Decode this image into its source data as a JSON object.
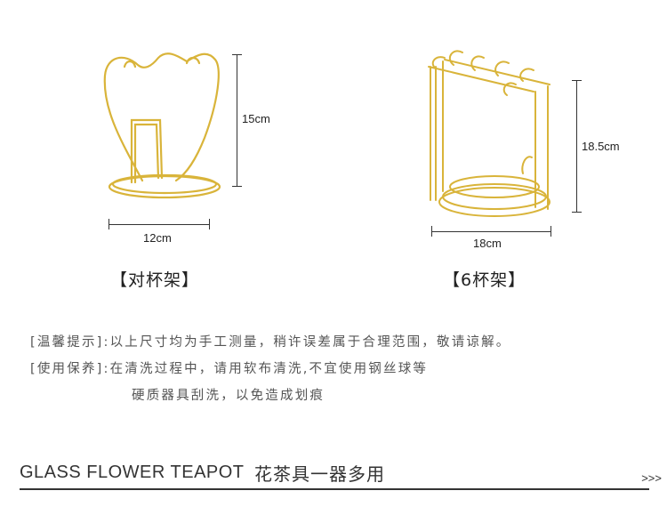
{
  "products": [
    {
      "dimension_h": "15cm",
      "dimension_w": "12cm",
      "caption": "【对杯架】"
    },
    {
      "dimension_h": "18.5cm",
      "dimension_w": "18cm",
      "caption": "【6杯架】"
    }
  ],
  "tips": {
    "line1": "[温馨提示]:以上尺寸均为手工测量，稍许误差属于合理范围，敬请谅解。",
    "line2": "[使用保养]:在清洗过程中，请用软布清洗,不宜使用钢丝球等",
    "line3": "硬质器具刮洗，以免造成划痕"
  },
  "footer": {
    "title_en": "GLASS FLOWER TEAPOT",
    "title_cn": "花茶具一器多用",
    "more": ">>>"
  },
  "colors": {
    "gold": "#d9b43a",
    "text": "#333333"
  }
}
